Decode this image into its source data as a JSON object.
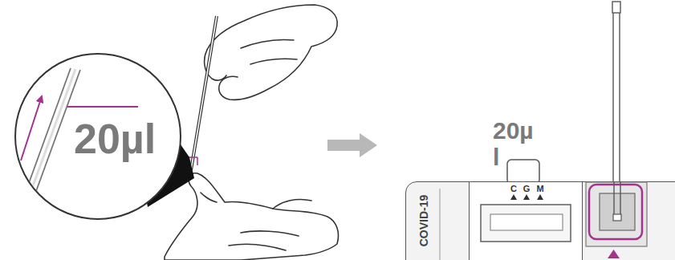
{
  "diagram": {
    "nodes": [
      {
        "text": [
          "20µl"
        ]
      },
      {
        "text": [
          "COVID-19"
        ]
      },
      {
        "text": [
          "C",
          "G",
          "M"
        ],
        "in": 1
      }
    ],
    "labels": [
      "20µ l"
    ]
  }
}
